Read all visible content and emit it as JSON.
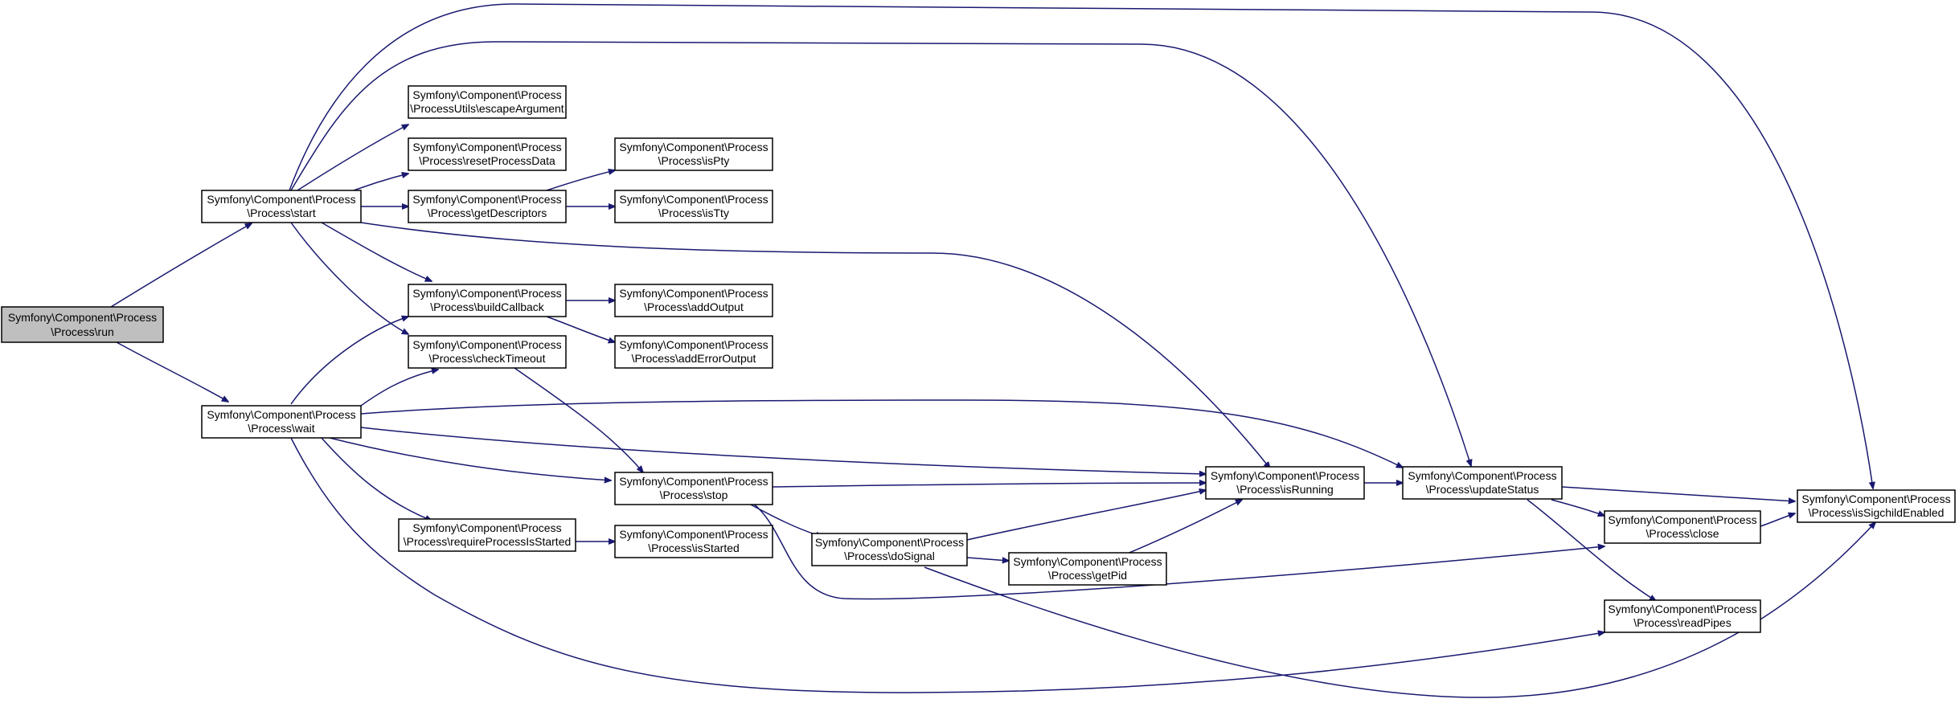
{
  "nodes": {
    "run": {
      "line1": "Symfony\\Component\\Process",
      "line2": "\\Process\\run"
    },
    "start": {
      "line1": "Symfony\\Component\\Process",
      "line2": "\\Process\\start"
    },
    "wait": {
      "line1": "Symfony\\Component\\Process",
      "line2": "\\Process\\wait"
    },
    "escapeArgument": {
      "line1": "Symfony\\Component\\Process",
      "line2": "\\ProcessUtils\\escapeArgument"
    },
    "resetProcessData": {
      "line1": "Symfony\\Component\\Process",
      "line2": "\\Process\\resetProcessData"
    },
    "getDescriptors": {
      "line1": "Symfony\\Component\\Process",
      "line2": "\\Process\\getDescriptors"
    },
    "buildCallback": {
      "line1": "Symfony\\Component\\Process",
      "line2": "\\Process\\buildCallback"
    },
    "checkTimeout": {
      "line1": "Symfony\\Component\\Process",
      "line2": "\\Process\\checkTimeout"
    },
    "requireProcessIsStarted": {
      "line1": "Symfony\\Component\\Process",
      "line2": "\\Process\\requireProcessIsStarted"
    },
    "isPty": {
      "line1": "Symfony\\Component\\Process",
      "line2": "\\Process\\isPty"
    },
    "isTty": {
      "line1": "Symfony\\Component\\Process",
      "line2": "\\Process\\isTty"
    },
    "addOutput": {
      "line1": "Symfony\\Component\\Process",
      "line2": "\\Process\\addOutput"
    },
    "addErrorOutput": {
      "line1": "Symfony\\Component\\Process",
      "line2": "\\Process\\addErrorOutput"
    },
    "stop": {
      "line1": "Symfony\\Component\\Process",
      "line2": "\\Process\\stop"
    },
    "isStarted": {
      "line1": "Symfony\\Component\\Process",
      "line2": "\\Process\\isStarted"
    },
    "doSignal": {
      "line1": "Symfony\\Component\\Process",
      "line2": "\\Process\\doSignal"
    },
    "getPid": {
      "line1": "Symfony\\Component\\Process",
      "line2": "\\Process\\getPid"
    },
    "isRunning": {
      "line1": "Symfony\\Component\\Process",
      "line2": "\\Process\\isRunning"
    },
    "updateStatus": {
      "line1": "Symfony\\Component\\Process",
      "line2": "\\Process\\updateStatus"
    },
    "close": {
      "line1": "Symfony\\Component\\Process",
      "line2": "\\Process\\close"
    },
    "readPipes": {
      "line1": "Symfony\\Component\\Process",
      "line2": "\\Process\\readPipes"
    },
    "isSigchildEnabled": {
      "line1": "Symfony\\Component\\Process",
      "line2": "\\Process\\isSigchildEnabled"
    }
  },
  "colors": {
    "edge": "#191970",
    "root_fill": "#bfbfbf",
    "node_fill": "#ffffff",
    "border": "#000000"
  }
}
